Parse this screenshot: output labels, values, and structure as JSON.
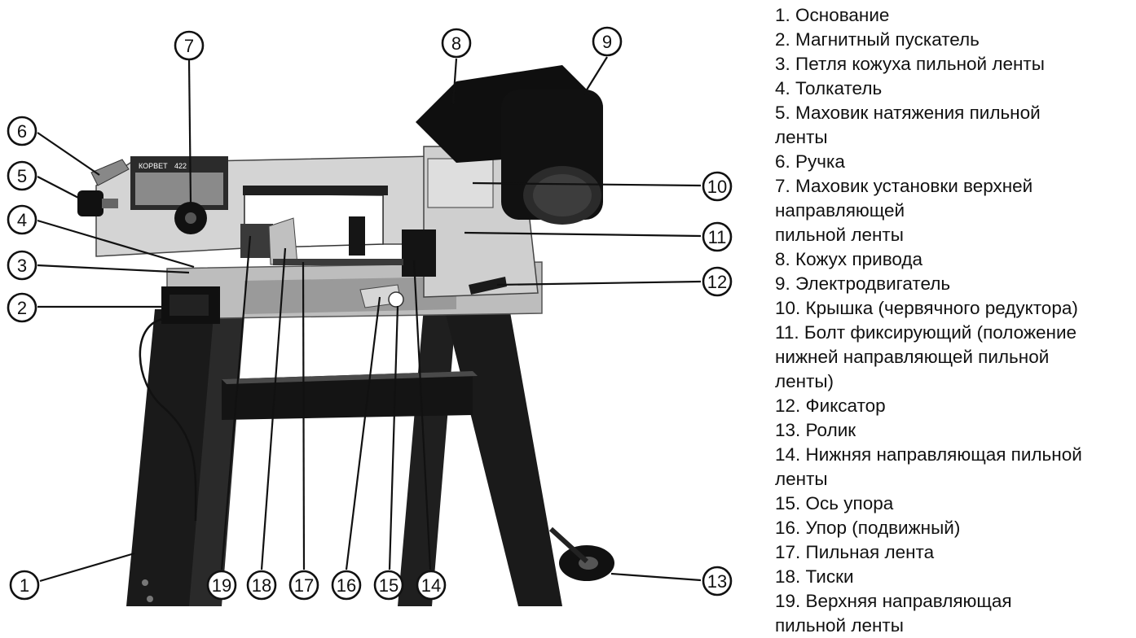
{
  "colors": {
    "background": "#ffffff",
    "ink": "#111111",
    "metal_light": "#d9d9d9",
    "metal_mid": "#a8a8a8",
    "metal_dark": "#1a1a1a"
  },
  "nameplate": {
    "brand": "КОРВЕТ",
    "model": "422"
  },
  "callouts": [
    "1",
    "2",
    "3",
    "4",
    "5",
    "6",
    "7",
    "8",
    "9",
    "10",
    "11",
    "12",
    "13",
    "14",
    "15",
    "16",
    "17",
    "18",
    "19"
  ],
  "legend": [
    "1. Основание",
    "2. Магнитный пускатель",
    "3. Петля кожуха пильной ленты",
    "4. Толкатель",
    "5. Маховик натяжения пильной",
    "ленты",
    "6. Ручка",
    "7. Маховик установки верхней",
    "направляющей",
    "пильной ленты",
    "8. Кожух привода",
    "9. Электродвигатель",
    "10. Крышка (червячного редуктора)",
    "11. Болт фиксирующий (положение",
    "нижней направляющей пильной",
    "ленты)",
    "12. Фиксатор",
    "13. Ролик",
    "14. Нижняя направляющая пильной",
    "ленты",
    "15. Ось упора",
    "16. Упор (подвижный)",
    "17. Пильная лента",
    "18. Тиски",
    "19. Верхняя направляющая",
    "пильной ленты"
  ]
}
